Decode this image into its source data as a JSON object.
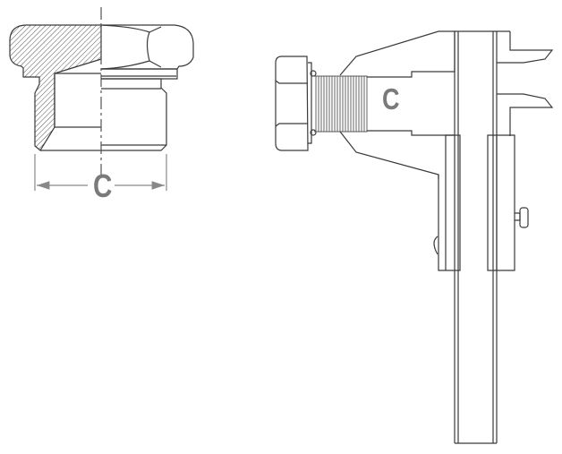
{
  "diagram": {
    "title": "",
    "colors": {
      "stroke": "#3a3a3a",
      "label": "#7a7a7a",
      "hatch": "#555555",
      "background": "#ffffff"
    },
    "left_figure": {
      "name": "hex-plug-cross-section",
      "dimension_label": "C",
      "dimension_description": "outer thread diameter measured edge to edge with arrows"
    },
    "right_figure": {
      "name": "caliper-measuring-thread",
      "dimension_label": "C",
      "dimension_description": "thread outer diameter measured with caliper jaws"
    }
  }
}
